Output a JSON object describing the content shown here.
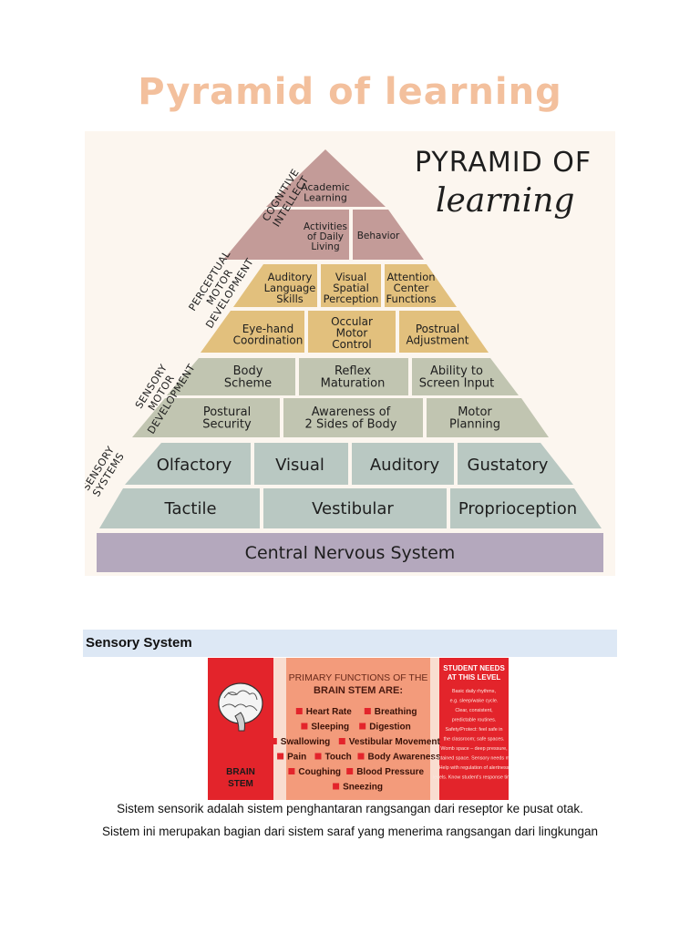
{
  "title": "Pyramid of learning",
  "pyramid": {
    "heading_line1": "PYRAMID OF",
    "heading_line2": "learning",
    "side_labels": {
      "cognitive": [
        "COGNITIVE",
        "INTELLECT"
      ],
      "perceptual": [
        "PERCEPTUAL",
        "MOTOR",
        "DEVELOPMENT"
      ],
      "sensory_motor": [
        "SENSORY",
        "MOTOR",
        "DEVELOPMENT"
      ],
      "sensory_systems": [
        "SENSORY",
        "SYSTEMS"
      ]
    },
    "cognitive": {
      "academic_learning": [
        "Academic",
        "Learning"
      ],
      "activities_daily_living": [
        "Activities",
        "of Daily",
        "Living"
      ],
      "behavior": [
        "Behavior"
      ]
    },
    "perceptual": {
      "auditory_language": [
        "Auditory",
        "Language",
        "Skills"
      ],
      "visual_spatial": [
        "Visual",
        "Spatial",
        "Perception"
      ],
      "attention_center": [
        "Attention",
        "Center",
        "Functions"
      ],
      "eye_hand": [
        "Eye-hand",
        "Coordination"
      ],
      "occular_motor": [
        "Occular",
        "Motor",
        "Control"
      ],
      "postrual_adjustment": [
        "Postrual",
        "Adjustment"
      ]
    },
    "sensory_motor": {
      "body_scheme": [
        "Body",
        "Scheme"
      ],
      "reflex_maturation": [
        "Reflex",
        "Maturation"
      ],
      "screen_input": [
        "Ability to",
        "Screen Input"
      ],
      "postural_security": [
        "Postural",
        "Security"
      ],
      "two_sides": [
        "Awareness of",
        "2 Sides of Body"
      ],
      "motor_planning": [
        "Motor",
        "Planning"
      ]
    },
    "sensory_systems": {
      "olfactory": "Olfactory",
      "visual": "Visual",
      "auditory": "Auditory",
      "gustatory": "Gustatory",
      "tactile": "Tactile",
      "vestibular": "Vestibular",
      "proprioception": "Proprioception"
    },
    "base": "Central Nervous System"
  },
  "section_heading": "Sensory System",
  "brain_stem": {
    "label_line1": "BRAIN",
    "label_line2": "STEM",
    "heading_line1": "PRIMARY FUNCTIONS OF THE",
    "heading_line2": "BRAIN STEM ARE:",
    "row1": [
      "Heart Rate",
      "Breathing"
    ],
    "row2": [
      "Sleeping",
      "Digestion"
    ],
    "row3": [
      "Swallowing",
      "Vestibular Movement"
    ],
    "row4": [
      "Pain",
      "Touch",
      "Body Awareness"
    ],
    "row5": [
      "Coughing",
      "Blood Pressure"
    ],
    "row6": [
      "Sneezing"
    ],
    "needs_heading": [
      "STUDENT NEEDS",
      "AT THIS LEVEL"
    ],
    "needs_text": [
      "Basic daily rhythms,",
      "e.g. sleep/wake cycle.",
      "Clear, consistent,",
      "predictable routines.",
      "Safety/Protect: feel safe in",
      "the classroom; safe spaces.",
      "Womb space – deep pressure,",
      "contained space. Sensory needs met.",
      "Help with regulation of alertness",
      "levels. Know student's response time."
    ]
  },
  "body_text": {
    "line1": "Sistem sensorik adalah sistem penghantaran rangsangan dari reseptor ke pusat otak.",
    "line2": "Sistem ini merupakan bagian dari sistem saraf yang menerima rangsangan dari lingkungan"
  },
  "colors": {
    "title": "#f3c09d",
    "cognitive": "#c39b98",
    "perceptual": "#e2c07d",
    "sensory_motor": "#c1c5b1",
    "sensory_systems": "#b9c8c2",
    "base": "#b4a8bd",
    "panel_bg": "#fcf6ef",
    "section_band": "#dde8f5",
    "brain_red": "#e3242b",
    "brain_salmon": "#f39b7b"
  }
}
